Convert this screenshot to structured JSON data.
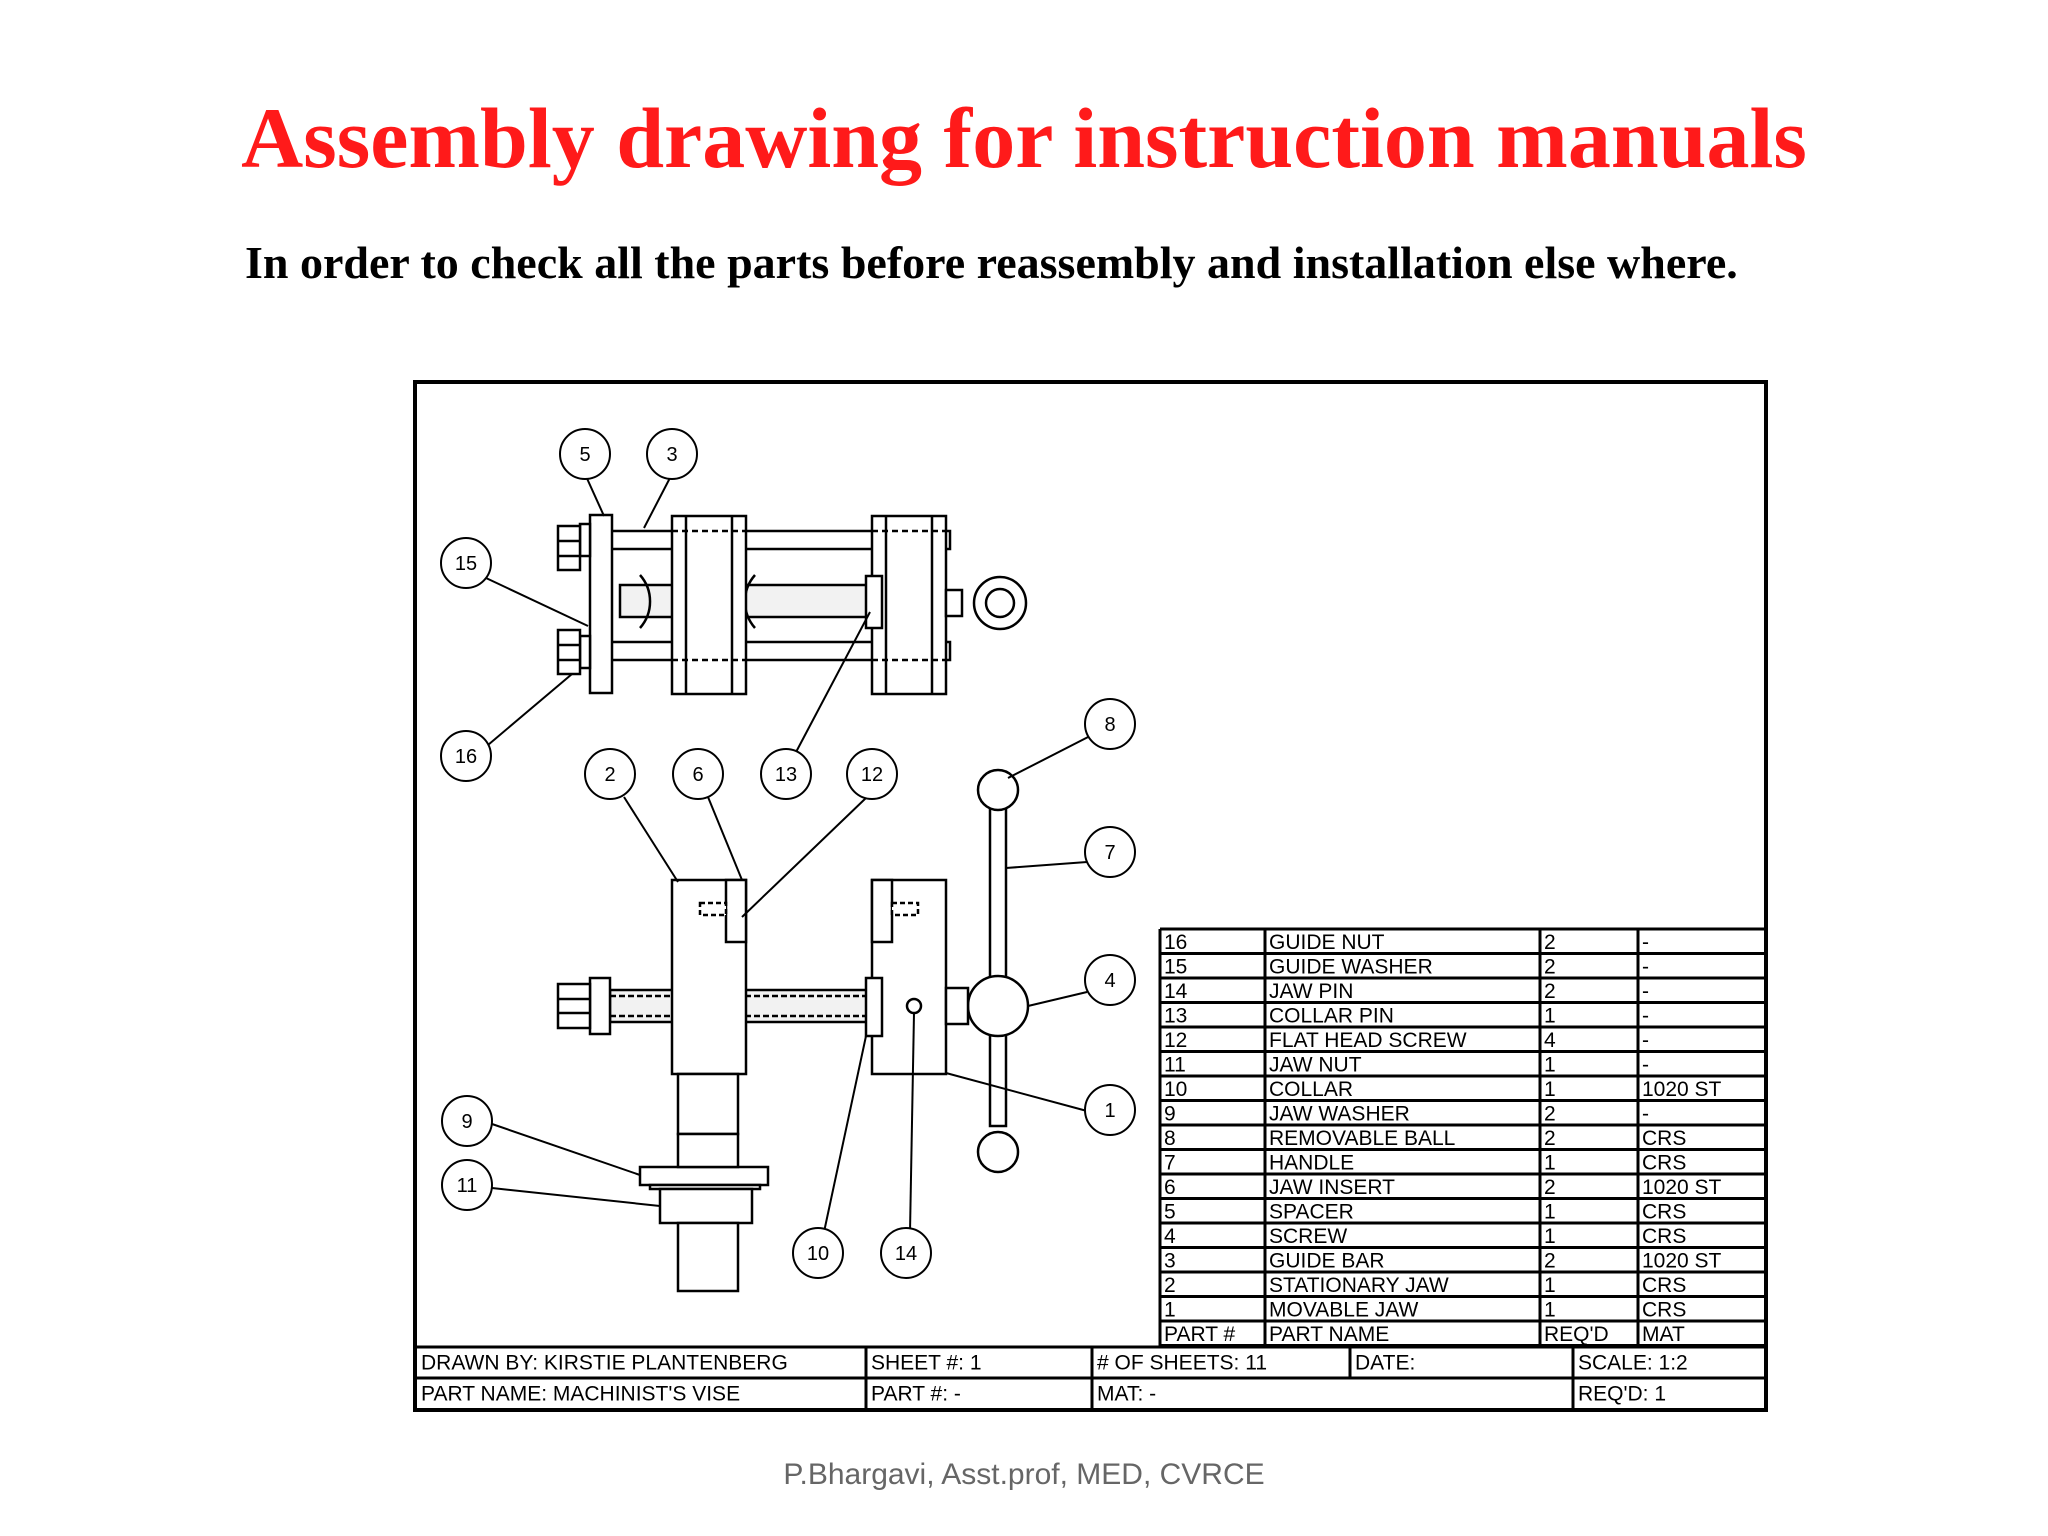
{
  "slide": {
    "title": "Assembly drawing for instruction manuals",
    "subtitle": "In order to check all the parts before reassembly and installation else where.",
    "footer": "P.Bhargavi, Asst.prof, MED, CVRCE"
  },
  "balloons": [
    "5",
    "3",
    "15",
    "16",
    "2",
    "6",
    "13",
    "12",
    "8",
    "7",
    "4",
    "1",
    "9",
    "11",
    "10",
    "14"
  ],
  "bom": {
    "headers": [
      "PART #",
      "PART NAME",
      "REQ'D",
      "MAT"
    ],
    "rows": [
      [
        "16",
        "GUIDE NUT",
        "2",
        "-"
      ],
      [
        "15",
        "GUIDE WASHER",
        "2",
        "-"
      ],
      [
        "14",
        "JAW PIN",
        "2",
        "-"
      ],
      [
        "13",
        "COLLAR PIN",
        "1",
        "-"
      ],
      [
        "12",
        "FLAT HEAD SCREW",
        "4",
        "-"
      ],
      [
        "11",
        "JAW NUT",
        "1",
        "-"
      ],
      [
        "10",
        "COLLAR",
        "1",
        "1020 ST"
      ],
      [
        "9",
        "JAW WASHER",
        "2",
        "-"
      ],
      [
        "8",
        "REMOVABLE BALL",
        "2",
        "CRS"
      ],
      [
        "7",
        "HANDLE",
        "1",
        "CRS"
      ],
      [
        "6",
        "JAW INSERT",
        "2",
        "1020 ST"
      ],
      [
        "5",
        "SPACER",
        "1",
        "CRS"
      ],
      [
        "4",
        "SCREW",
        "1",
        "CRS"
      ],
      [
        "3",
        "GUIDE BAR",
        "2",
        "1020 ST"
      ],
      [
        "2",
        "STATIONARY JAW",
        "1",
        "CRS"
      ],
      [
        "1",
        "MOVABLE JAW",
        "1",
        "CRS"
      ]
    ]
  },
  "title_block": {
    "drawn_by": "DRAWN BY: KIRSTIE PLANTENBERG",
    "sheet": "SHEET #: 1",
    "num_sheets": "# OF SHEETS: 11",
    "date": "DATE:",
    "scale": "SCALE: 1:2",
    "part_name": "PART NAME: MACHINIST'S VISE",
    "part_num": "PART #: -",
    "mat": "MAT: -",
    "reqd": "REQ'D: 1"
  }
}
